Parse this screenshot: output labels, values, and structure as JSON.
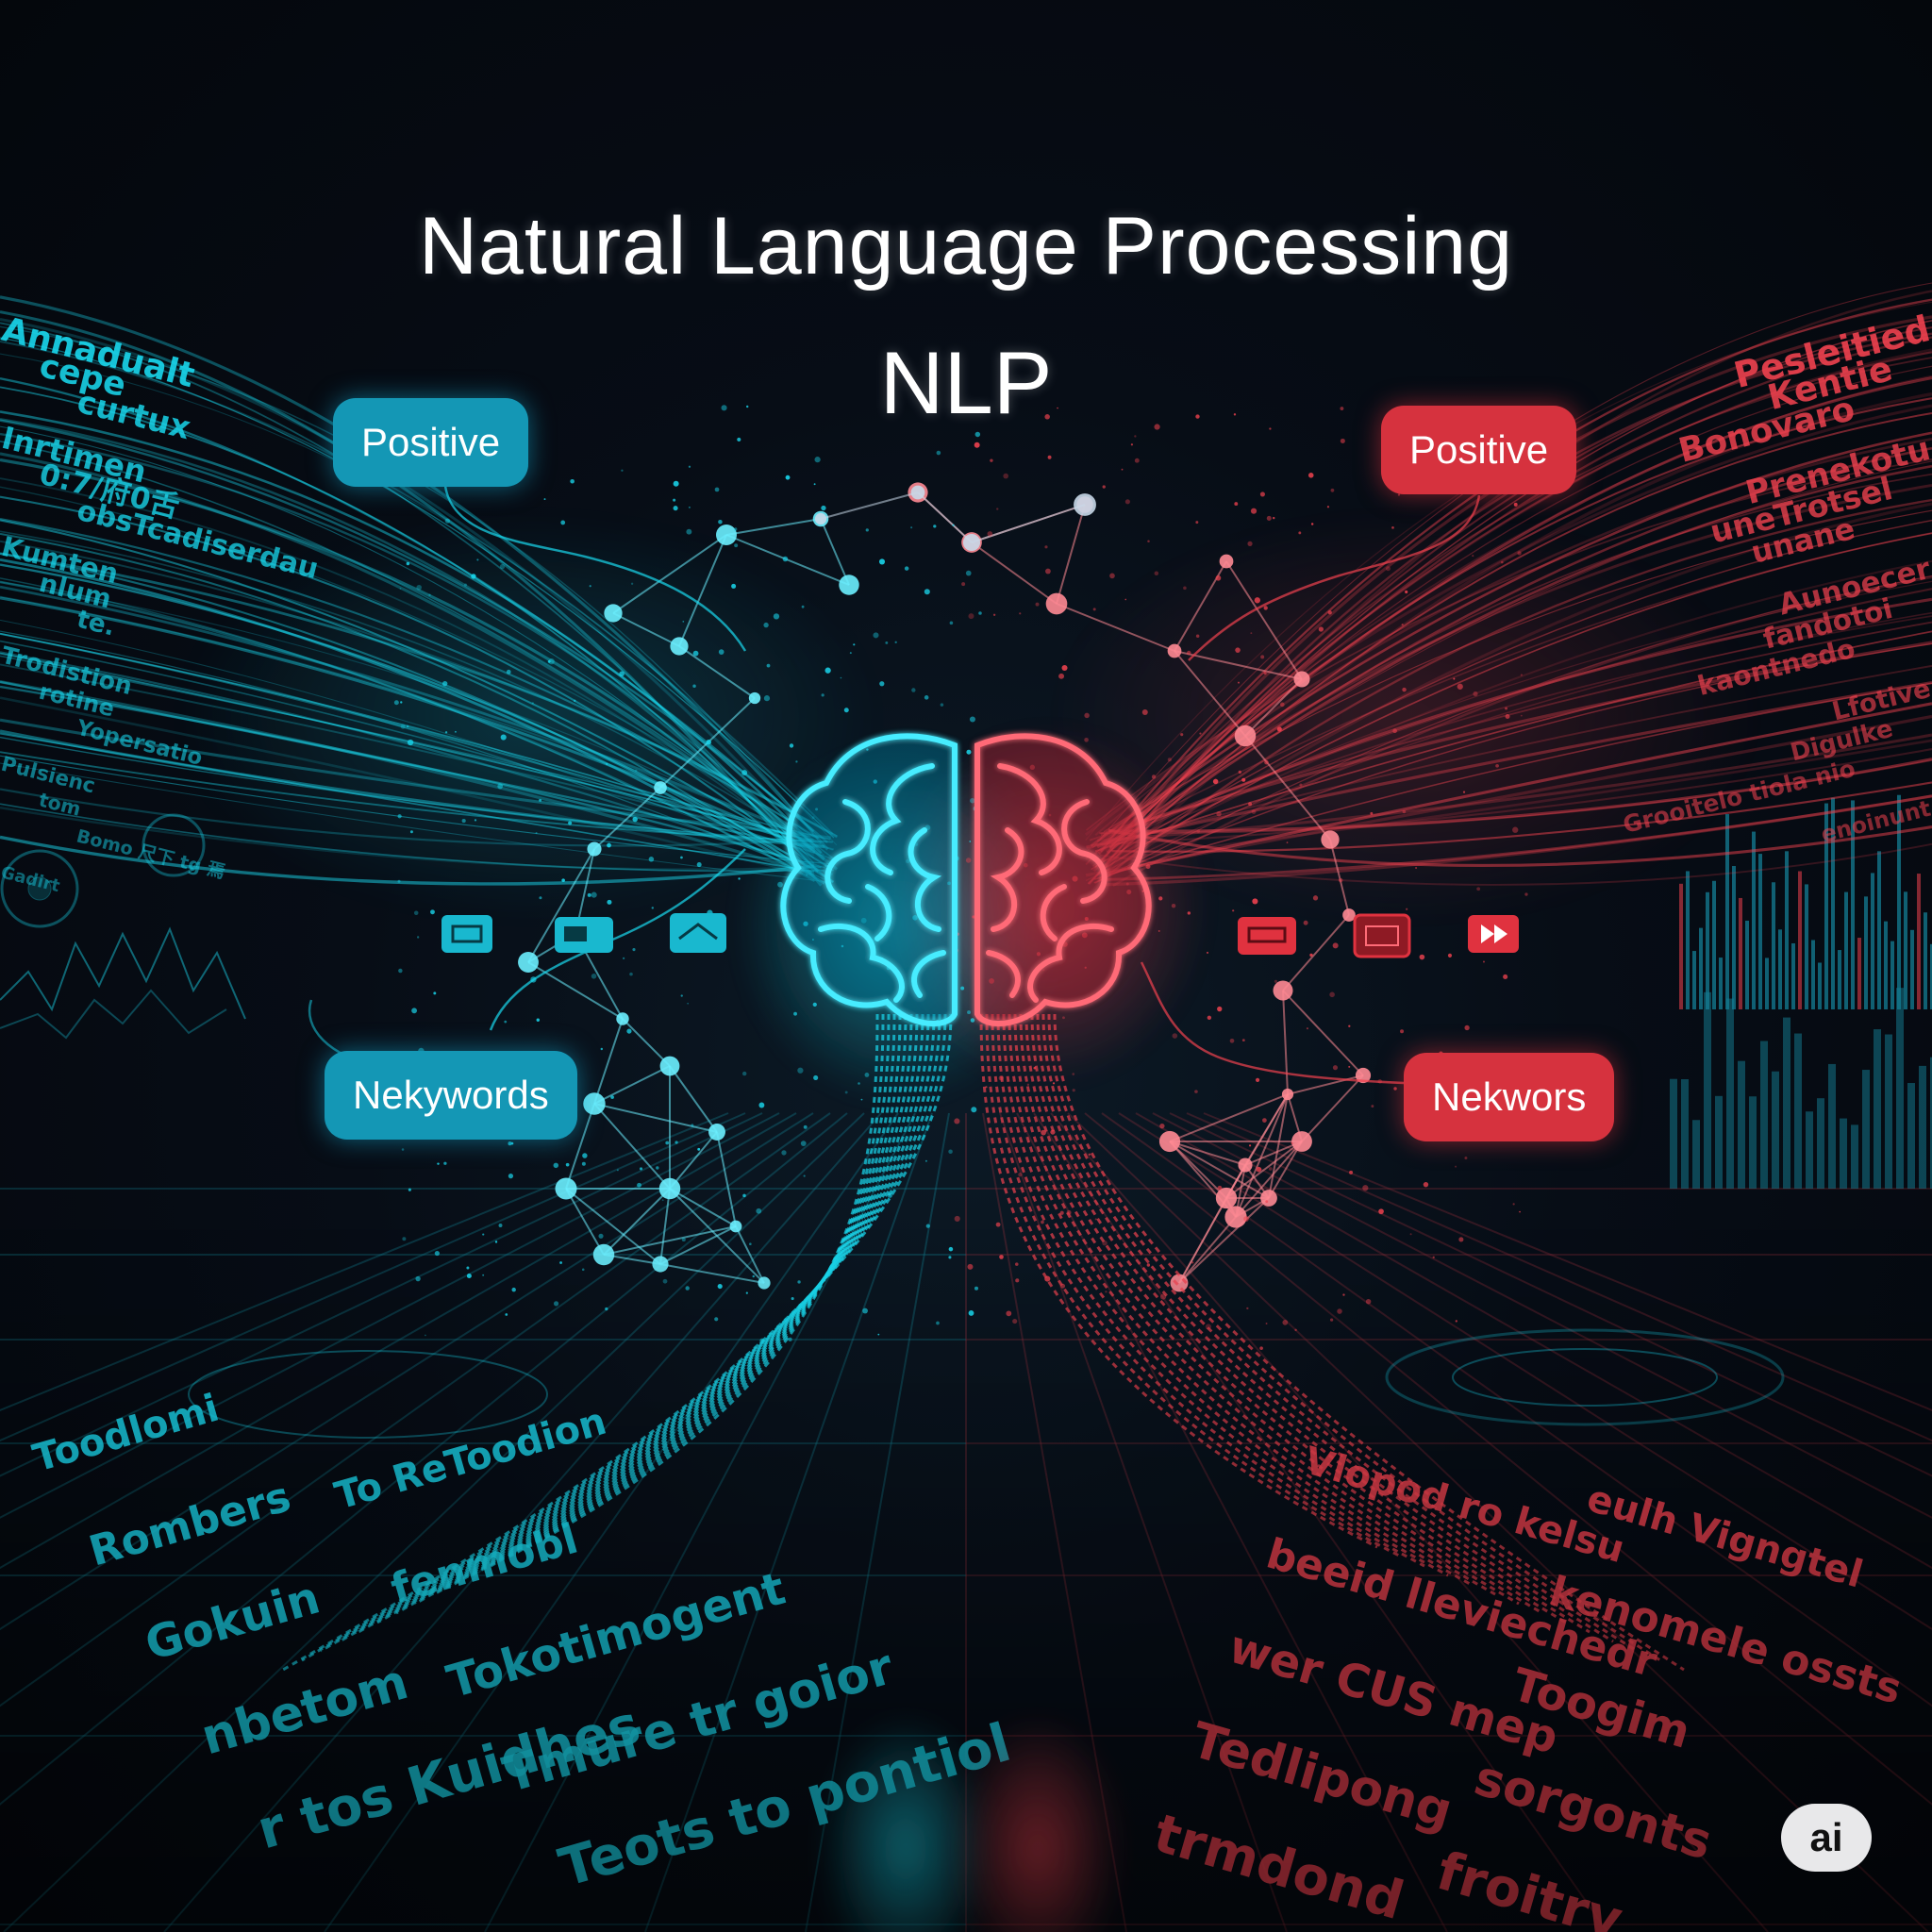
{
  "title": "Natural Language Processing",
  "subtitle": "NLP",
  "labels": {
    "left_top": "Positive",
    "left_bottom": "Nekywords",
    "right_top": "Positive",
    "right_bottom": "Nekwors"
  },
  "badge": "ai",
  "colors": {
    "cyan": "#1ad8ee",
    "red": "#f0424f",
    "background": "#070d16"
  },
  "left_stream_words": [
    "Annadualt",
    "cepe",
    "curtux",
    "Inrtimen",
    "0:7/府0舌",
    "obsTcadiserdau",
    "Kumten",
    "nlum",
    "te.",
    "Trodistion",
    "rotine",
    "Yopersatio",
    "Pulsienc",
    "tom",
    "Bomo 尺下 tg 焉",
    "Gadirt"
  ],
  "right_stream_words": [
    "Pesleitied",
    "Kentie",
    "Bonovaro",
    "Prenekotu",
    "uneTrotsel",
    "unane",
    "Aunoecer",
    "fandotoi",
    "kaontnedo",
    "Lfotive",
    "Digulke",
    "Grooitelo tiola nio",
    "enoinunt"
  ],
  "bottom_left_words": [
    "Toodlomi",
    "To ReToodion",
    "Rombers",
    "fenmobl",
    "Gokuin",
    "Tokotimogent",
    "nbetom",
    "Tmure tr goior",
    "r tos Kuidhes",
    "Teots to pontiol"
  ],
  "bottom_right_words": [
    "Vlopod ro kelsu",
    "eulh Vigngtel",
    "beeid lleviechedr",
    "kenomele ossts",
    "wer CUS mep",
    "Toogim",
    "Tedlipong",
    "sorgonts",
    "trmdond",
    "froitry"
  ],
  "ui_chips_left": [
    "chip-1",
    "chip-2",
    "chip-3"
  ],
  "ui_chips_right": [
    "chip-4",
    "chip-5",
    "play-icon"
  ]
}
